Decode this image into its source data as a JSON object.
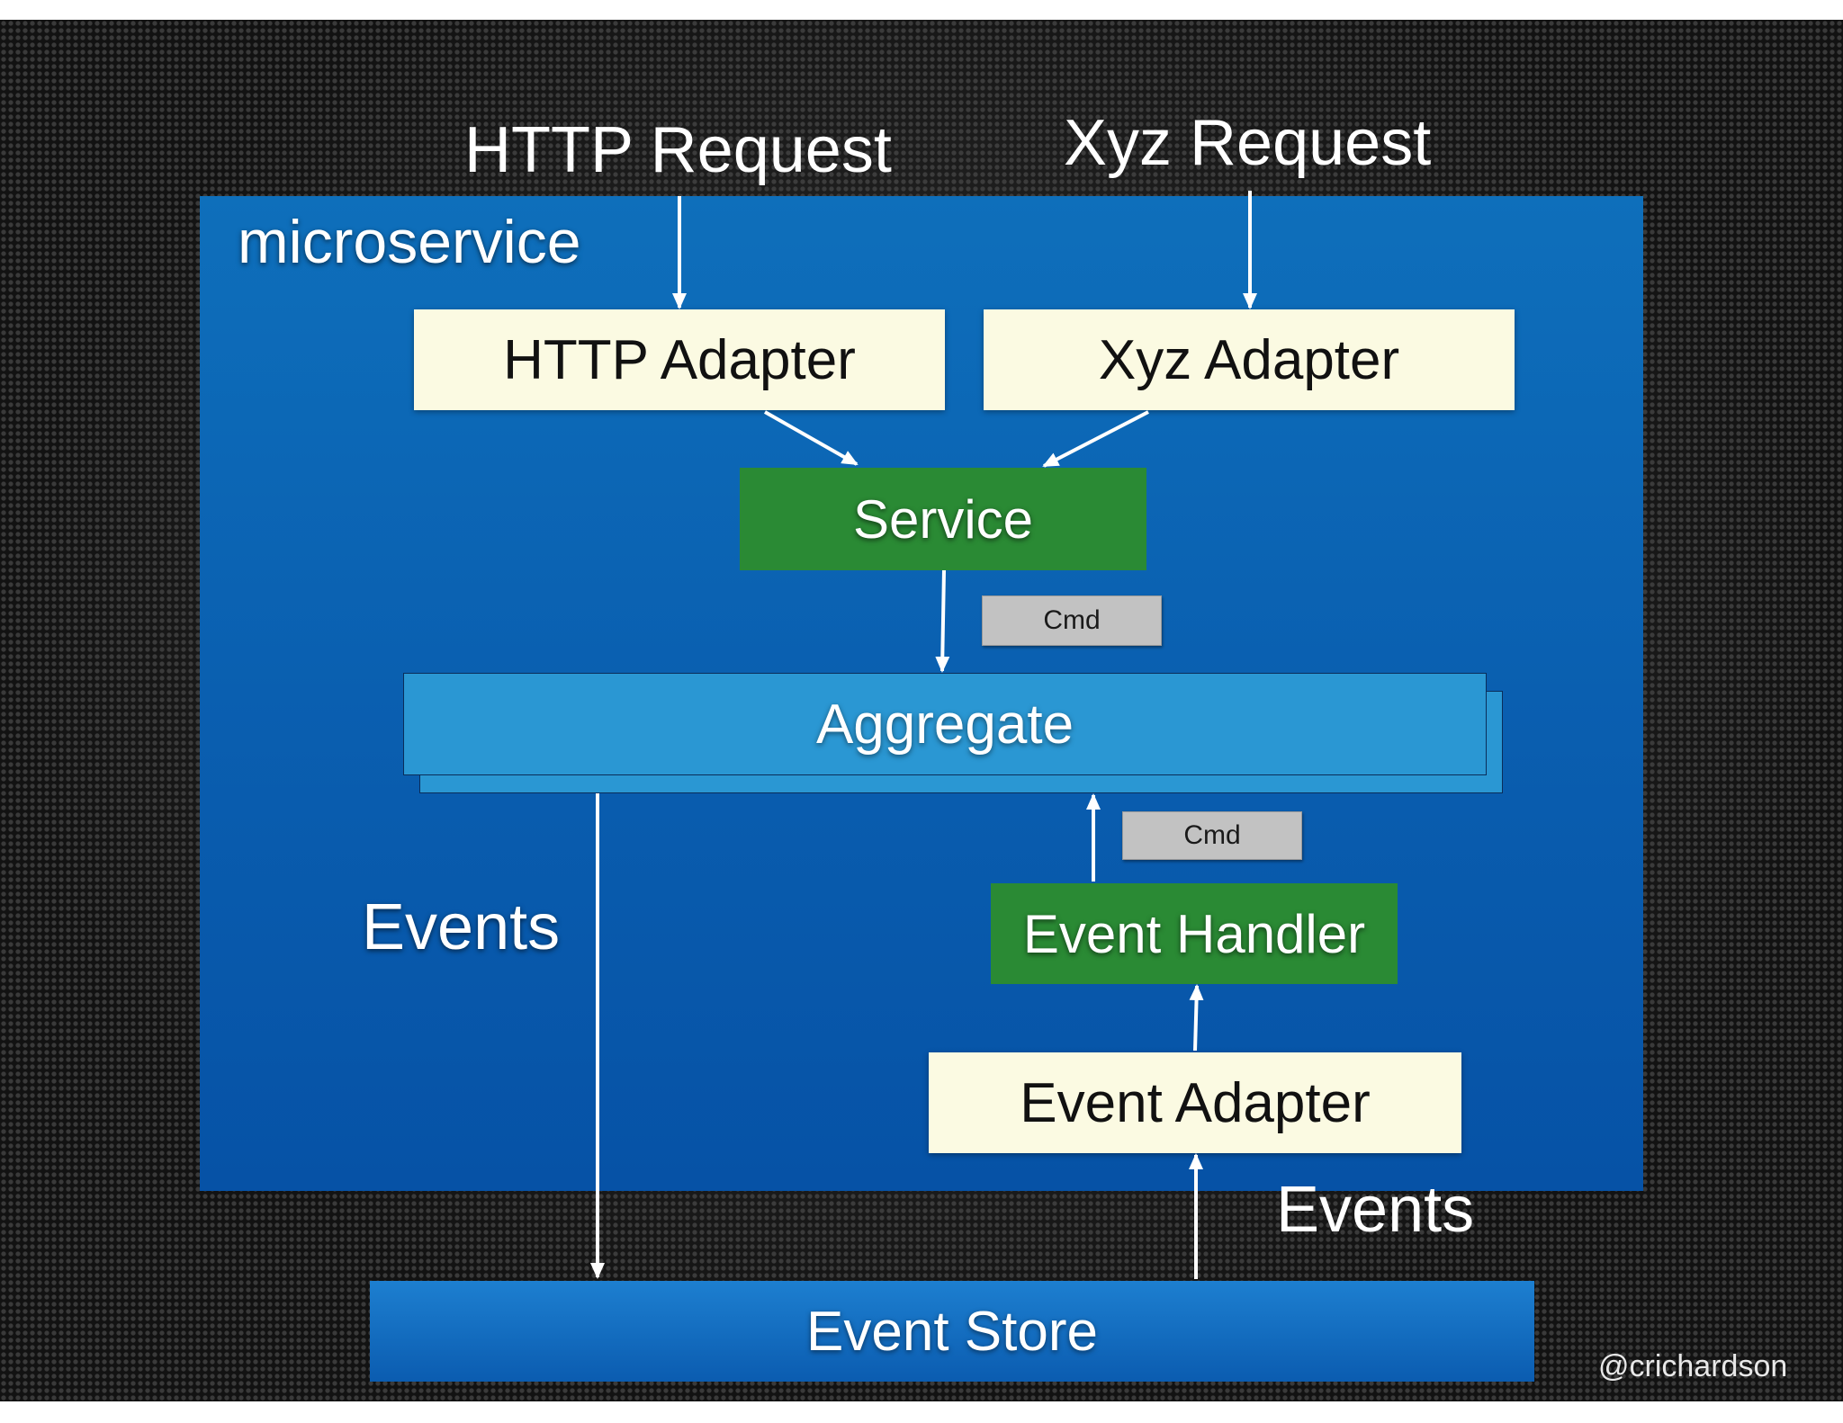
{
  "requests": {
    "http": "HTTP Request",
    "xyz": "Xyz Request"
  },
  "microservice": {
    "label": "microservice"
  },
  "adapters": {
    "http": "HTTP Adapter",
    "xyz": "Xyz Adapter",
    "event": "Event Adapter"
  },
  "service": "Service",
  "commands": {
    "upper": "Cmd",
    "lower": "Cmd"
  },
  "aggregate": "Aggregate",
  "event_handler": "Event Handler",
  "events": {
    "left": "Events",
    "right": "Events"
  },
  "event_store": "Event Store",
  "credit": "@crichardson",
  "colors": {
    "microservice_bg": "#0a5fb0",
    "adapter": "#fbfae2",
    "service": "#2a8a34",
    "aggregate": "#2a97d3",
    "command": "#c2c2c2"
  }
}
